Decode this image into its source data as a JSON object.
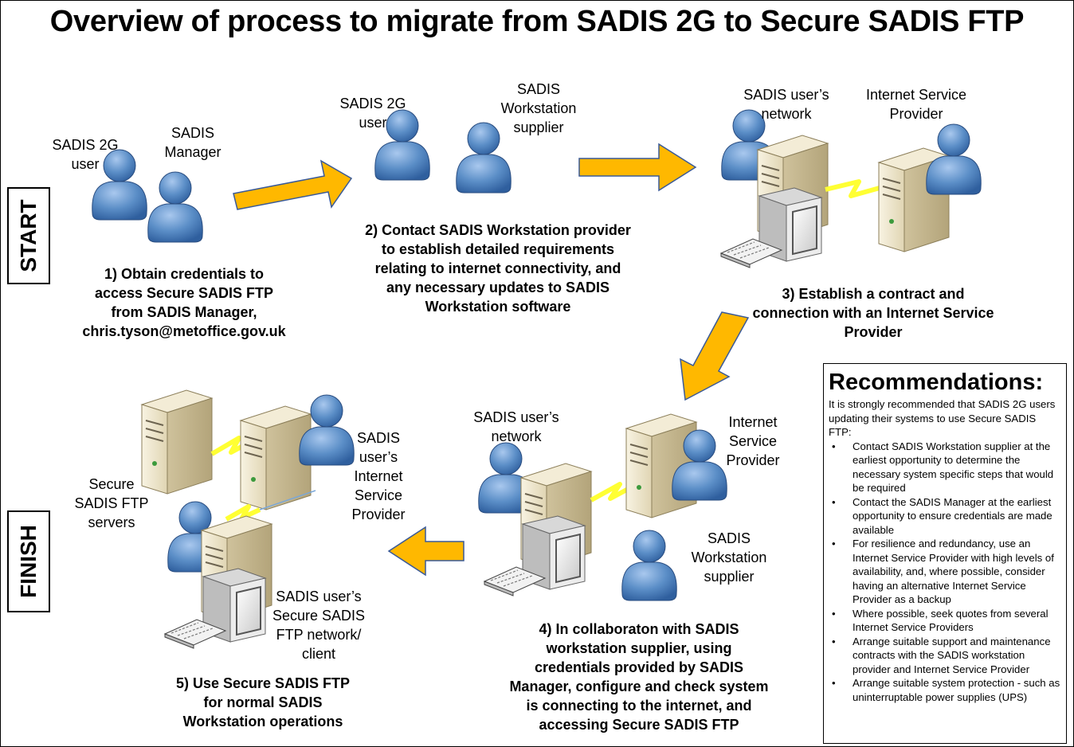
{
  "title": "Overview of process to migrate from SADIS 2G to Secure SADIS FTP",
  "stages": {
    "start": "START",
    "finish": "FINISH"
  },
  "labels": {
    "s1_user": [
      "SADIS 2G",
      "user"
    ],
    "s1_manager": [
      "SADIS",
      "Manager"
    ],
    "s2_user": [
      "SADIS 2G",
      "user"
    ],
    "s2_supplier": [
      "SADIS",
      "Workstation",
      "supplier"
    ],
    "s3_network": [
      "SADIS user’s",
      "network"
    ],
    "s3_isp": [
      "Internet Service",
      "Provider"
    ],
    "s4_network": [
      "SADIS user’s",
      "network"
    ],
    "s4_isp": [
      "Internet",
      "Service",
      "Provider"
    ],
    "s4_supplier": [
      "SADIS",
      "Workstation",
      "supplier"
    ],
    "s5_servers": [
      "Secure",
      "SADIS FTP",
      "servers"
    ],
    "s5_isp": [
      "SADIS",
      "user’s",
      "Internet",
      "Service",
      "Provider"
    ],
    "s5_client": [
      "SADIS user’s",
      "Secure SADIS",
      "FTP network/",
      "client"
    ]
  },
  "steps": {
    "s1": [
      "1) Obtain credentials to",
      "access Secure SADIS FTP",
      "from SADIS Manager,",
      "chris.tyson@metoffice.gov.uk"
    ],
    "s2": [
      "2) Contact SADIS Workstation provider",
      "to establish detailed requirements",
      "relating to internet connectivity, and",
      "any necessary updates to SADIS",
      "Workstation software"
    ],
    "s3": [
      "3) Establish a contract and",
      "connection with an Internet Service",
      "Provider"
    ],
    "s4": [
      "4) In collaboraton with SADIS",
      "workstation supplier, using",
      "credentials provided by SADIS",
      "Manager, configure and check system",
      "is connecting to the internet, and",
      "accessing Secure SADIS FTP"
    ],
    "s5": [
      "5) Use Secure SADIS FTP",
      "for normal SADIS",
      "Workstation operations"
    ]
  },
  "recommendations": {
    "heading": "Recommendations:",
    "intro": "It is strongly recommended that SADIS 2G users updating their systems to use Secure SADIS FTP:",
    "items": [
      "Contact SADIS Workstation supplier at the earliest opportunity to determine the necessary system specific steps that would be required",
      "Contact the SADIS Manager at the earliest opportunity to ensure credentials are made available",
      "For resilience and redundancy, use an Internet Service Provider with high levels of availability, and, where possible, consider having an alternative Internet Service Provider as a backup",
      "Where possible, seek quotes from several Internet Service Providers",
      "Arrange suitable support and maintenance contracts with the SADIS workstation provider and Internet Service Provider",
      "Arrange suitable system protection - such as uninterruptable power supplies (UPS)"
    ]
  },
  "colors": {
    "arrow": "#FFB800",
    "arrow_edge": "#3a5a98",
    "person": "#5b8ec7",
    "server": "#ece3c8",
    "bolt": "#ffff33"
  },
  "icons": [
    "person-icon",
    "server-icon",
    "workstation-icon",
    "monitor-icon",
    "keyboard-icon",
    "lightning-link-icon",
    "flow-arrow-icon"
  ]
}
